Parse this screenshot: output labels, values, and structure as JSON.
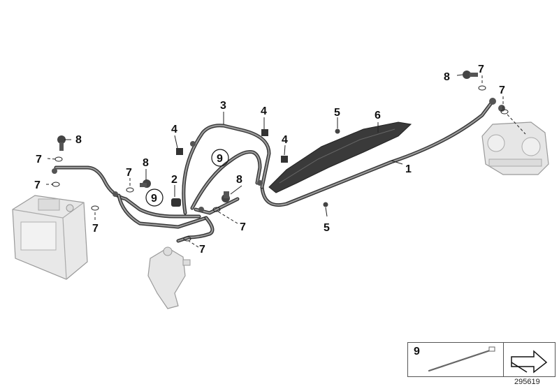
{
  "callouts": {
    "c1": "1",
    "c2": "2",
    "c3": "3",
    "c4a": "4",
    "c4b": "4",
    "c4c": "4",
    "c5a": "5",
    "c5b": "5",
    "c6": "6",
    "c7a": "7",
    "c7b": "7",
    "c7c": "7",
    "c7d": "7",
    "c7e": "7",
    "c7f": "7",
    "c7g": "7",
    "c7h": "7",
    "c8a": "8",
    "c8b": "8",
    "c8c": "8",
    "c8d": "8",
    "c9a": "9",
    "c9b": "9"
  },
  "legend": {
    "number": "9"
  },
  "reference_number": "295619",
  "colors": {
    "line": "#333333",
    "part_fill": "#e6e6e6",
    "part_stroke": "#9a9a9a",
    "bracket": "#3a3a3a"
  }
}
